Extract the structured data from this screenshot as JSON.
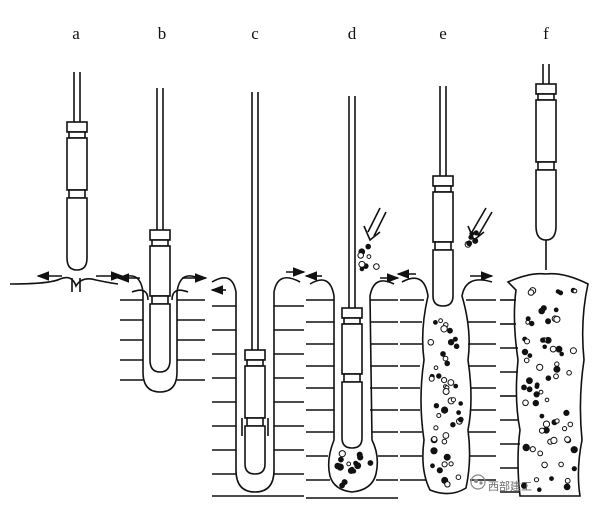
{
  "stages": [
    {
      "key": "a",
      "label": "a"
    },
    {
      "key": "b",
      "label": "b"
    },
    {
      "key": "c",
      "label": "c"
    },
    {
      "key": "d",
      "label": "d"
    },
    {
      "key": "e",
      "label": "e"
    },
    {
      "key": "f",
      "label": "f"
    }
  ],
  "watermark": {
    "text": "西部建工"
  },
  "colors": {
    "ink": "#111111",
    "ground": "#ffffff"
  }
}
